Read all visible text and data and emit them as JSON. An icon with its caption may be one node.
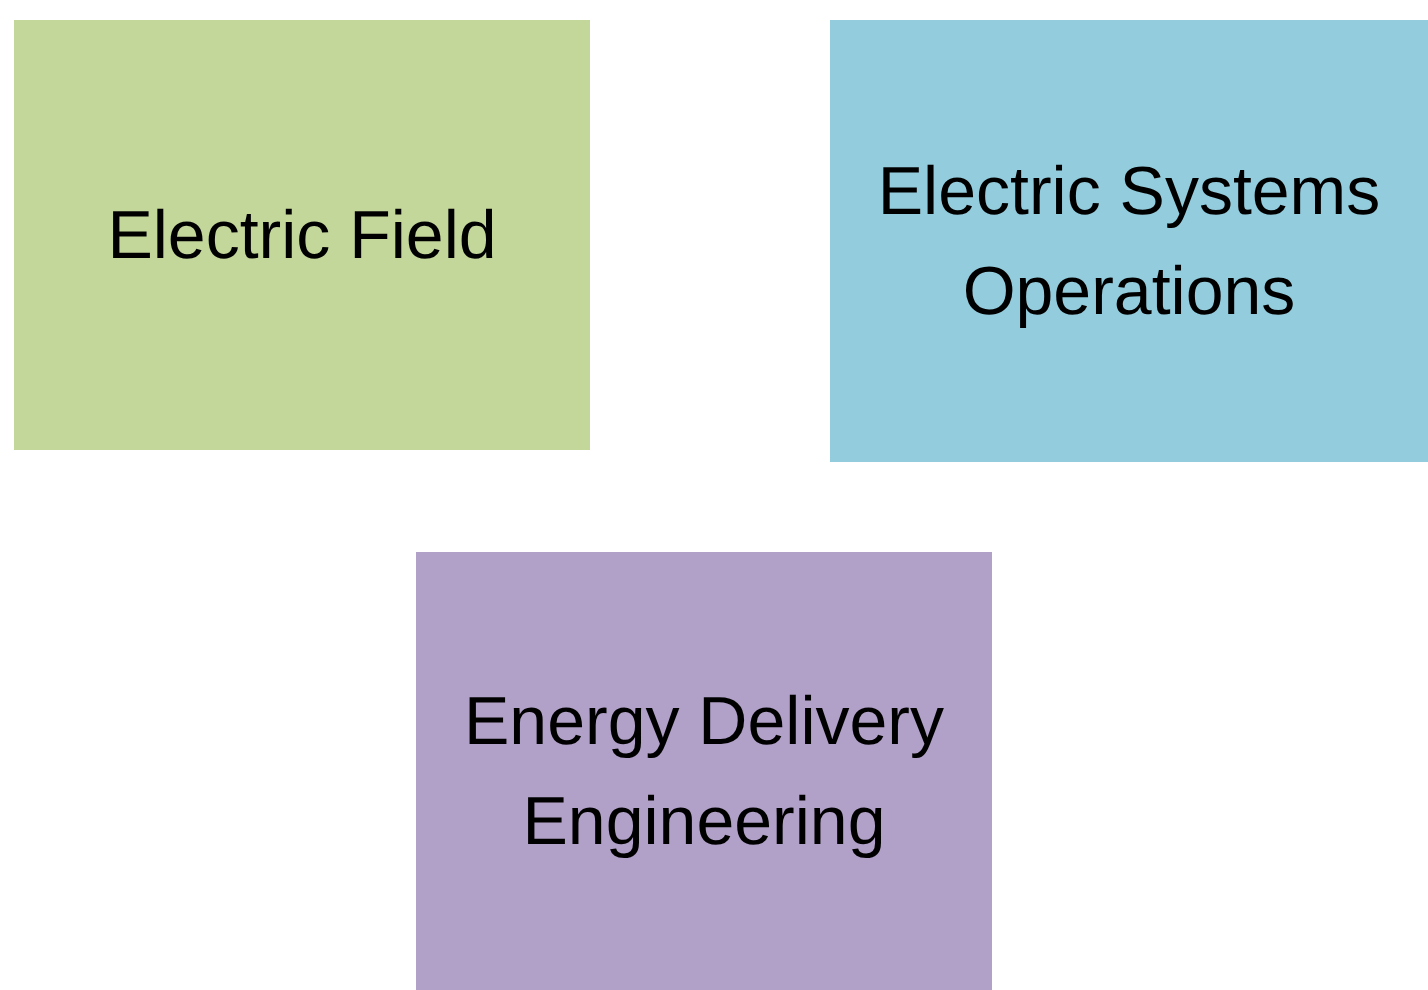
{
  "diagram": {
    "nodes": [
      {
        "text": [
          "Electric Field"
        ]
      },
      {
        "text": [
          "Electric Systems Operations"
        ]
      },
      {
        "text": [
          "Energy Delivery Engineering"
        ]
      }
    ]
  }
}
